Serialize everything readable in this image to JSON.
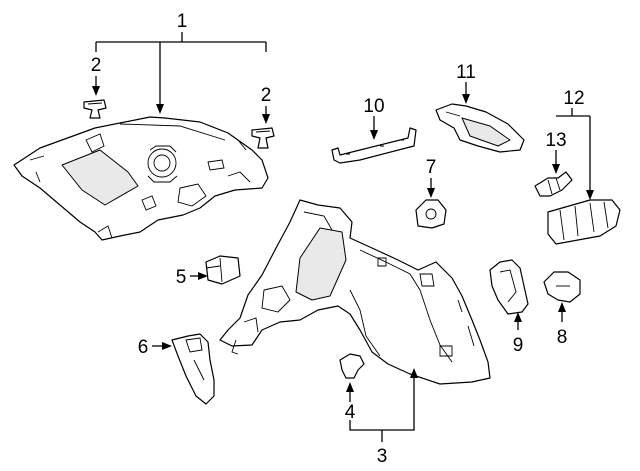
{
  "diagram": {
    "callouts": [
      {
        "id": "c1",
        "label": "1"
      },
      {
        "id": "c2a",
        "label": "2"
      },
      {
        "id": "c2b",
        "label": "2"
      },
      {
        "id": "c3",
        "label": "3"
      },
      {
        "id": "c4",
        "label": "4"
      },
      {
        "id": "c5",
        "label": "5"
      },
      {
        "id": "c6",
        "label": "6"
      },
      {
        "id": "c7",
        "label": "7"
      },
      {
        "id": "c8",
        "label": "8"
      },
      {
        "id": "c9",
        "label": "9"
      },
      {
        "id": "c10",
        "label": "10"
      },
      {
        "id": "c11",
        "label": "11"
      },
      {
        "id": "c12",
        "label": "12"
      },
      {
        "id": "c13",
        "label": "13"
      }
    ]
  }
}
